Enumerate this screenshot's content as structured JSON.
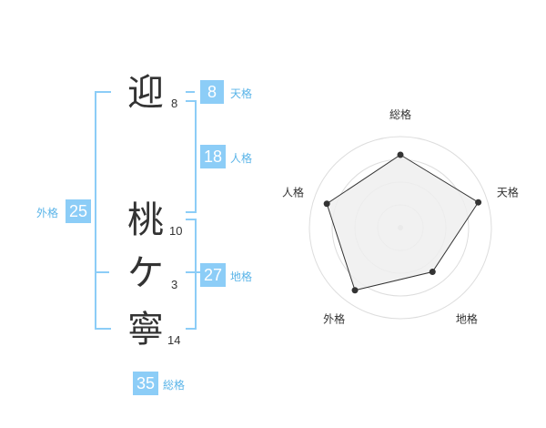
{
  "name": {
    "chars": [
      {
        "char": "迎",
        "strokes": "8"
      },
      {
        "char": "桃",
        "strokes": "10"
      },
      {
        "char": "ケ",
        "strokes": "3"
      },
      {
        "char": "寧",
        "strokes": "14"
      }
    ]
  },
  "kakusu": {
    "tenkaku": {
      "value": "8",
      "label": "天格"
    },
    "jinkaku": {
      "value": "18",
      "label": "人格"
    },
    "chikaku": {
      "value": "27",
      "label": "地格"
    },
    "gaikaku": {
      "value": "25",
      "label": "外格"
    },
    "soukaku": {
      "value": "35",
      "label": "総格"
    }
  },
  "chart_data": {
    "type": "radar",
    "axes": [
      "総格",
      "天格",
      "地格",
      "外格",
      "人格"
    ],
    "values": [
      0.8,
      0.9,
      0.6,
      0.85,
      0.85
    ],
    "rings": 4,
    "colors": {
      "fill": "#eeeeee",
      "stroke": "#333333",
      "ring": "#dddddd",
      "point": "#333333"
    }
  },
  "colors": {
    "accent": "#8ccdf7",
    "label": "#5ab4e8"
  }
}
